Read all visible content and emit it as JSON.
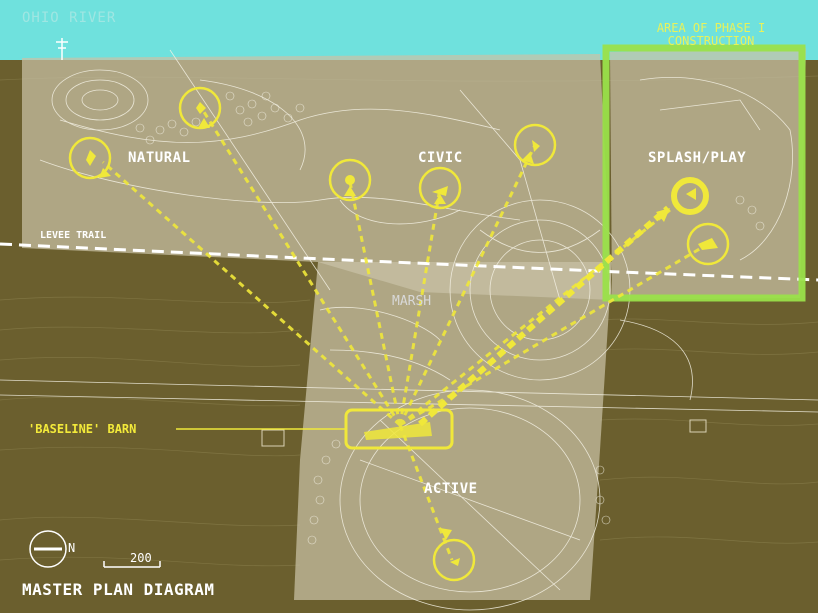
{
  "map": {
    "water_label": "OHIO RIVER",
    "phase_label_line1": "AREA OF PHASE I",
    "phase_label_line2": "CONSTRUCTION",
    "zones": {
      "natural": "NATURAL",
      "civic": "CIVIC",
      "splash": "SPLASH/PLAY",
      "active": "ACTIVE",
      "marsh": "MARSH"
    },
    "levee_label": "LEVEE TRAIL",
    "barn_label": "'BASELINE' BARN",
    "north_label": "N",
    "scale_value": "200",
    "title": "MASTER PLAN DIAGRAM",
    "colors": {
      "river": "#6fe1dd",
      "land": "#6b5f2e",
      "overlay": "#c9c2a6",
      "highlight": "#f0e83a",
      "phase_box": "#9ae04a"
    }
  }
}
